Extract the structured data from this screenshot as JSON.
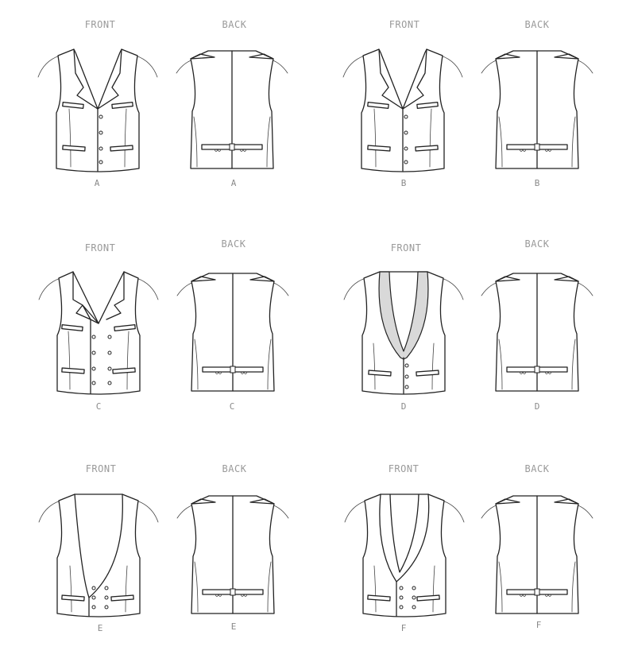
{
  "colors": {
    "ink": "#222222",
    "label": "#9a9a9a",
    "lapel_fill": "#d9d9d9",
    "paper": "#ffffff"
  },
  "rows": [
    {
      "views": [
        {
          "title": "FRONT",
          "variant": "A",
          "kind": "front-notch-sb"
        },
        {
          "title": "BACK",
          "variant": "A",
          "kind": "back"
        },
        {
          "title": "FRONT",
          "variant": "B",
          "kind": "front-notch-sb"
        },
        {
          "title": "BACK",
          "variant": "B",
          "kind": "back"
        }
      ]
    },
    {
      "views": [
        {
          "title": "FRONT",
          "variant": "C",
          "kind": "front-notch-db"
        },
        {
          "title": "BACK",
          "variant": "C",
          "kind": "back"
        },
        {
          "title": "FRONT",
          "variant": "D",
          "kind": "front-shawl-shaded"
        },
        {
          "title": "BACK",
          "variant": "D",
          "kind": "back"
        }
      ]
    },
    {
      "views": [
        {
          "title": "FRONT",
          "variant": "E",
          "kind": "front-scoop-db"
        },
        {
          "title": "BACK",
          "variant": "E",
          "kind": "back"
        },
        {
          "title": "FRONT",
          "variant": "F",
          "kind": "front-shawl-db"
        },
        {
          "title": "BACK",
          "variant": "F",
          "kind": "back"
        }
      ]
    }
  ]
}
